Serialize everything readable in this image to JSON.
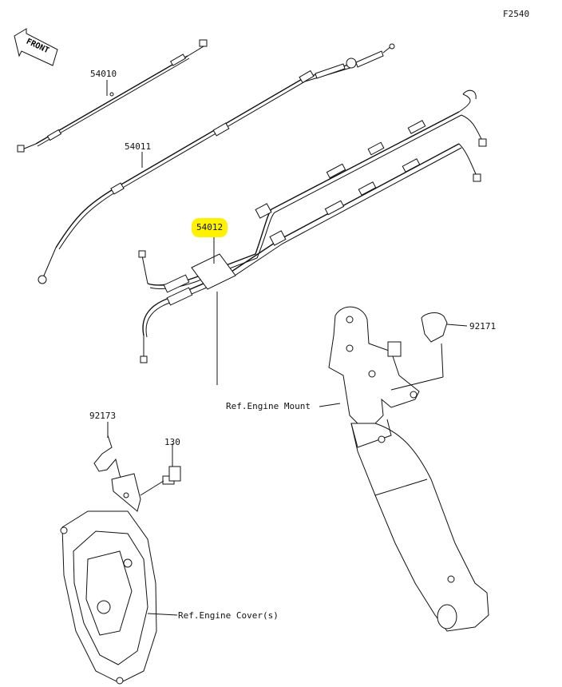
{
  "figure_code": "F2540",
  "front_label": "FRONT",
  "callouts": {
    "p54010": "54010",
    "p54011": "54011",
    "p54012": "54012",
    "p92171": "92171",
    "p92173": "92173",
    "p130": "130",
    "ref_engine_mount": "Ref.Engine Mount",
    "ref_engine_cover": "Ref.Engine Cover(s)"
  },
  "highlight_color": "#fff200"
}
